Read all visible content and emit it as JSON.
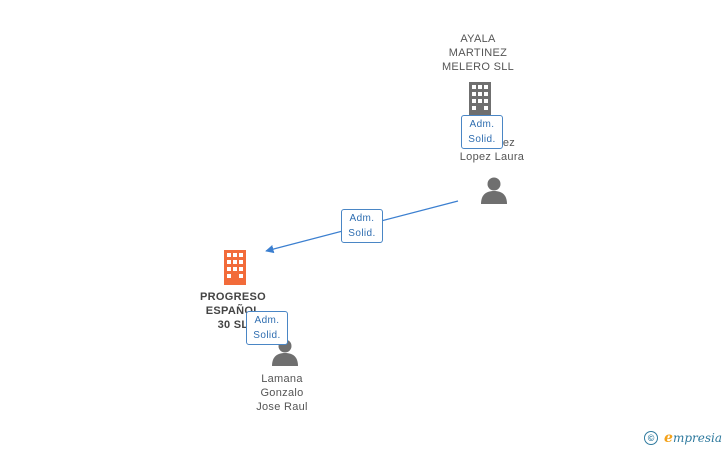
{
  "nodes": {
    "ayala": {
      "lines": [
        "AYALA",
        "MARTINEZ",
        "MELERO  SLL"
      ],
      "type": "company"
    },
    "lopez": {
      "lines": [
        "ez",
        "Lopez Laura"
      ],
      "type": "person"
    },
    "progreso": {
      "lines": [
        "PROGRESO",
        "ESPAÑOL",
        "30 SL"
      ],
      "type": "company-main"
    },
    "lamana": {
      "lines": [
        "Lamana",
        "Gonzalo",
        "Jose Raul"
      ],
      "type": "person"
    }
  },
  "badges": {
    "ayala_lopez": {
      "line1": "Adm.",
      "line2": "Solid."
    },
    "lopez_progreso": {
      "line1": "Adm.",
      "line2": "Solid."
    },
    "progreso_lamana": {
      "line1": "Adm.",
      "line2": "Solid."
    }
  },
  "colors": {
    "company": "#6f6f6f",
    "company_main": "#f26b3a",
    "person": "#6f6f6f",
    "edge": "#3b7fd0",
    "badge_border": "#4a86c5"
  },
  "icons": {
    "company": "building-icon",
    "person": "person-icon",
    "watermark": "copyright-icon"
  },
  "watermark": {
    "symbol": "©",
    "brand_initial": "e",
    "brand_rest": "mpresia"
  }
}
